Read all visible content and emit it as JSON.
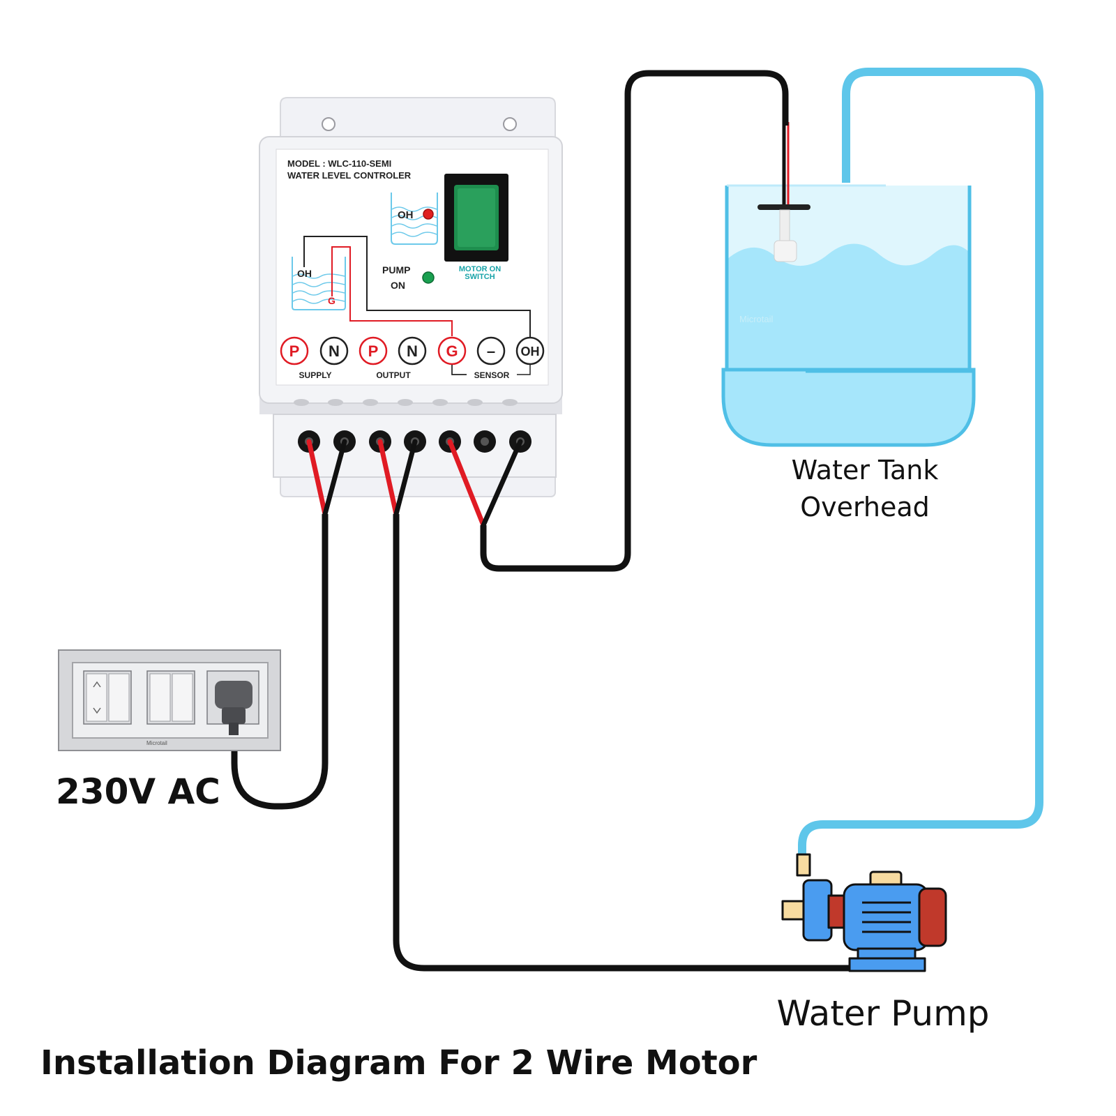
{
  "title": "Installation Diagram For 2 Wire Motor",
  "supply_label": "230V AC",
  "tank_label_line1": "Water Tank",
  "tank_label_line2": "Overhead",
  "pump_label": "Water Pump",
  "watermark_text": "Microtail",
  "controller": {
    "model_line": "MODEL : WLC-110-SEMI",
    "name_line": "WATER LEVEL CONTROLER",
    "oh_indicator": "OH",
    "pump_on_line1": "PUMP",
    "pump_on_line2": "ON",
    "switch_line1": "MOTOR ON",
    "switch_line2": "SWITCH",
    "diagram_oh": "OH",
    "diagram_g": "G",
    "terminals": [
      "P",
      "N",
      "P",
      "N",
      "G",
      "–",
      "OH"
    ],
    "group_supply": "SUPPLY",
    "group_output": "OUTPUT",
    "group_sensor": "SENSOR"
  },
  "colors": {
    "wire_black": "#111111",
    "wire_red": "#e01b24",
    "pipe_blue": "#5ec6ea",
    "tank_water": "#a6e6fb",
    "tank_outline": "#4fbfe6",
    "pump_blue": "#4a9cf0",
    "pump_red": "#c0392b",
    "pump_cream": "#f7dba0",
    "switch_green": "#1e8e4e",
    "led_red": "#e02020",
    "led_green": "#1aa050"
  },
  "icons": [
    "wall-socket-plate-icon",
    "plug-icon",
    "float-switch-icon",
    "water-pump-icon",
    "water-tank-icon"
  ]
}
